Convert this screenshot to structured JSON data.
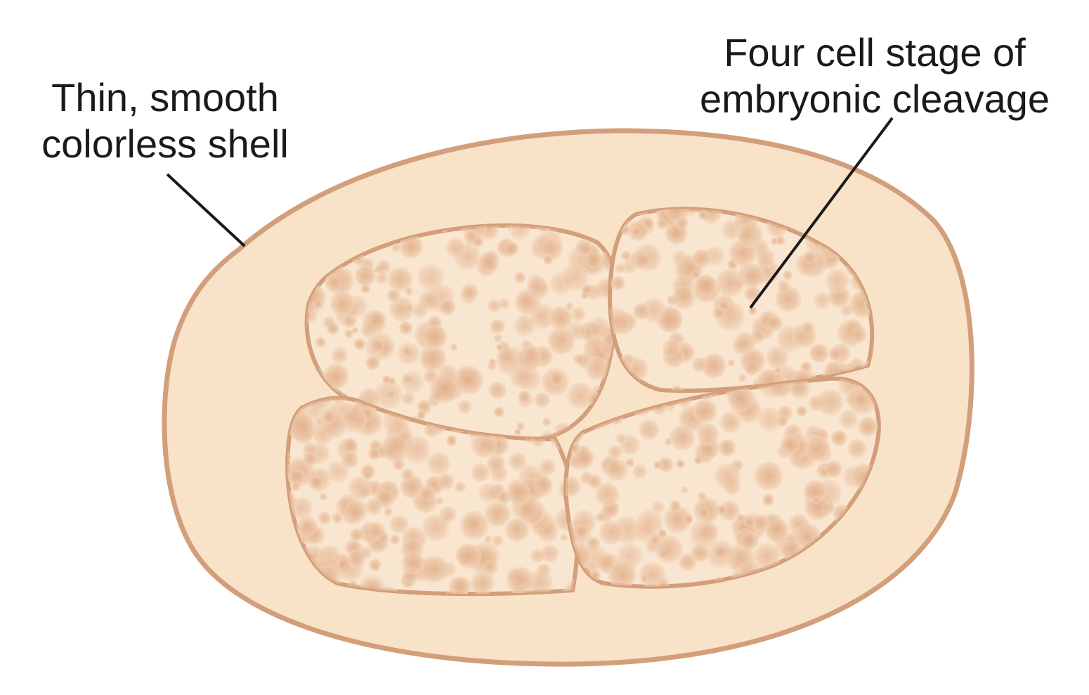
{
  "labels": {
    "shell": [
      "Thin, smooth",
      "colorless shell"
    ],
    "cells": [
      "Four cell stage of",
      "embryonic cleavage"
    ]
  },
  "colors": {
    "shell_fill": "#f8e2c8",
    "shell_stroke": "#d39e7a",
    "cell_fill": "#f9e6d1",
    "yolk": "#e7b895",
    "leader": "#1a1a1a"
  }
}
